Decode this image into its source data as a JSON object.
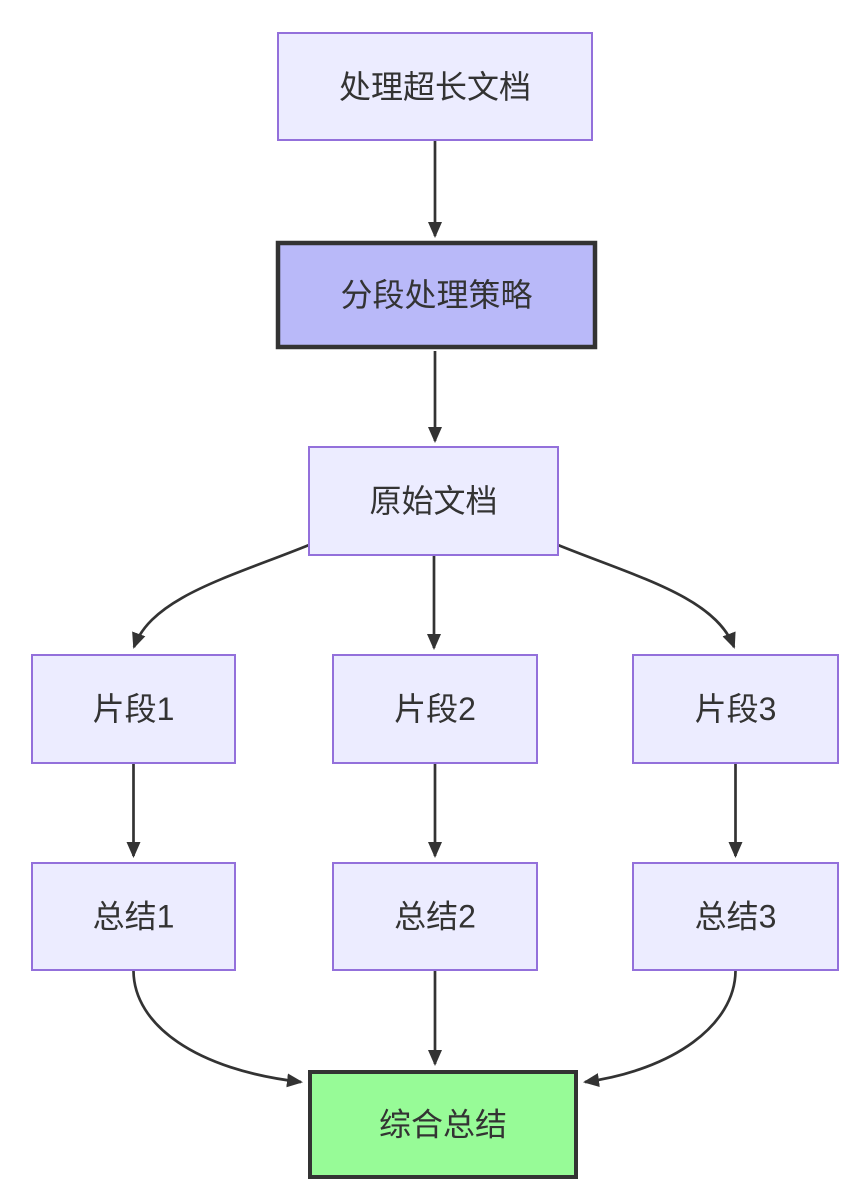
{
  "diagram": {
    "type": "flowchart",
    "direction": "top-down",
    "background": "#FFFFFF",
    "colors": {
      "node_fill": "#ECECFF",
      "node_border": "#9370DB",
      "emphasis_fill": "#B9B9F9",
      "emphasis_border": "#333333",
      "success_fill": "#97FB97",
      "success_border": "#333333",
      "edge": "#333333",
      "text": "#333333"
    },
    "nodes": [
      {
        "id": "process-long-document",
        "label": "处理超长文档",
        "variant": "default"
      },
      {
        "id": "segmentation-strategy",
        "label": "分段处理策略",
        "variant": "emphasis"
      },
      {
        "id": "original-document",
        "label": "原始文档",
        "variant": "default"
      },
      {
        "id": "fragment-1",
        "label": "片段1",
        "variant": "default"
      },
      {
        "id": "fragment-2",
        "label": "片段2",
        "variant": "default"
      },
      {
        "id": "fragment-3",
        "label": "片段3",
        "variant": "default"
      },
      {
        "id": "summary-1",
        "label": "总结1",
        "variant": "default"
      },
      {
        "id": "summary-2",
        "label": "总结2",
        "variant": "default"
      },
      {
        "id": "summary-3",
        "label": "总结3",
        "variant": "default"
      },
      {
        "id": "combined-summary",
        "label": "综合总结",
        "variant": "success"
      }
    ],
    "edges": [
      {
        "from": "处理超长文档",
        "to": "分段处理策略"
      },
      {
        "from": "分段处理策略",
        "to": "原始文档"
      },
      {
        "from": "原始文档",
        "to": "片段1"
      },
      {
        "from": "原始文档",
        "to": "片段2"
      },
      {
        "from": "原始文档",
        "to": "片段3"
      },
      {
        "from": "片段1",
        "to": "总结1"
      },
      {
        "from": "片段2",
        "to": "总结2"
      },
      {
        "from": "片段3",
        "to": "总结3"
      },
      {
        "from": "总结1",
        "to": "综合总结"
      },
      {
        "from": "总结2",
        "to": "综合总结"
      },
      {
        "from": "总结3",
        "to": "综合总结"
      }
    ]
  }
}
